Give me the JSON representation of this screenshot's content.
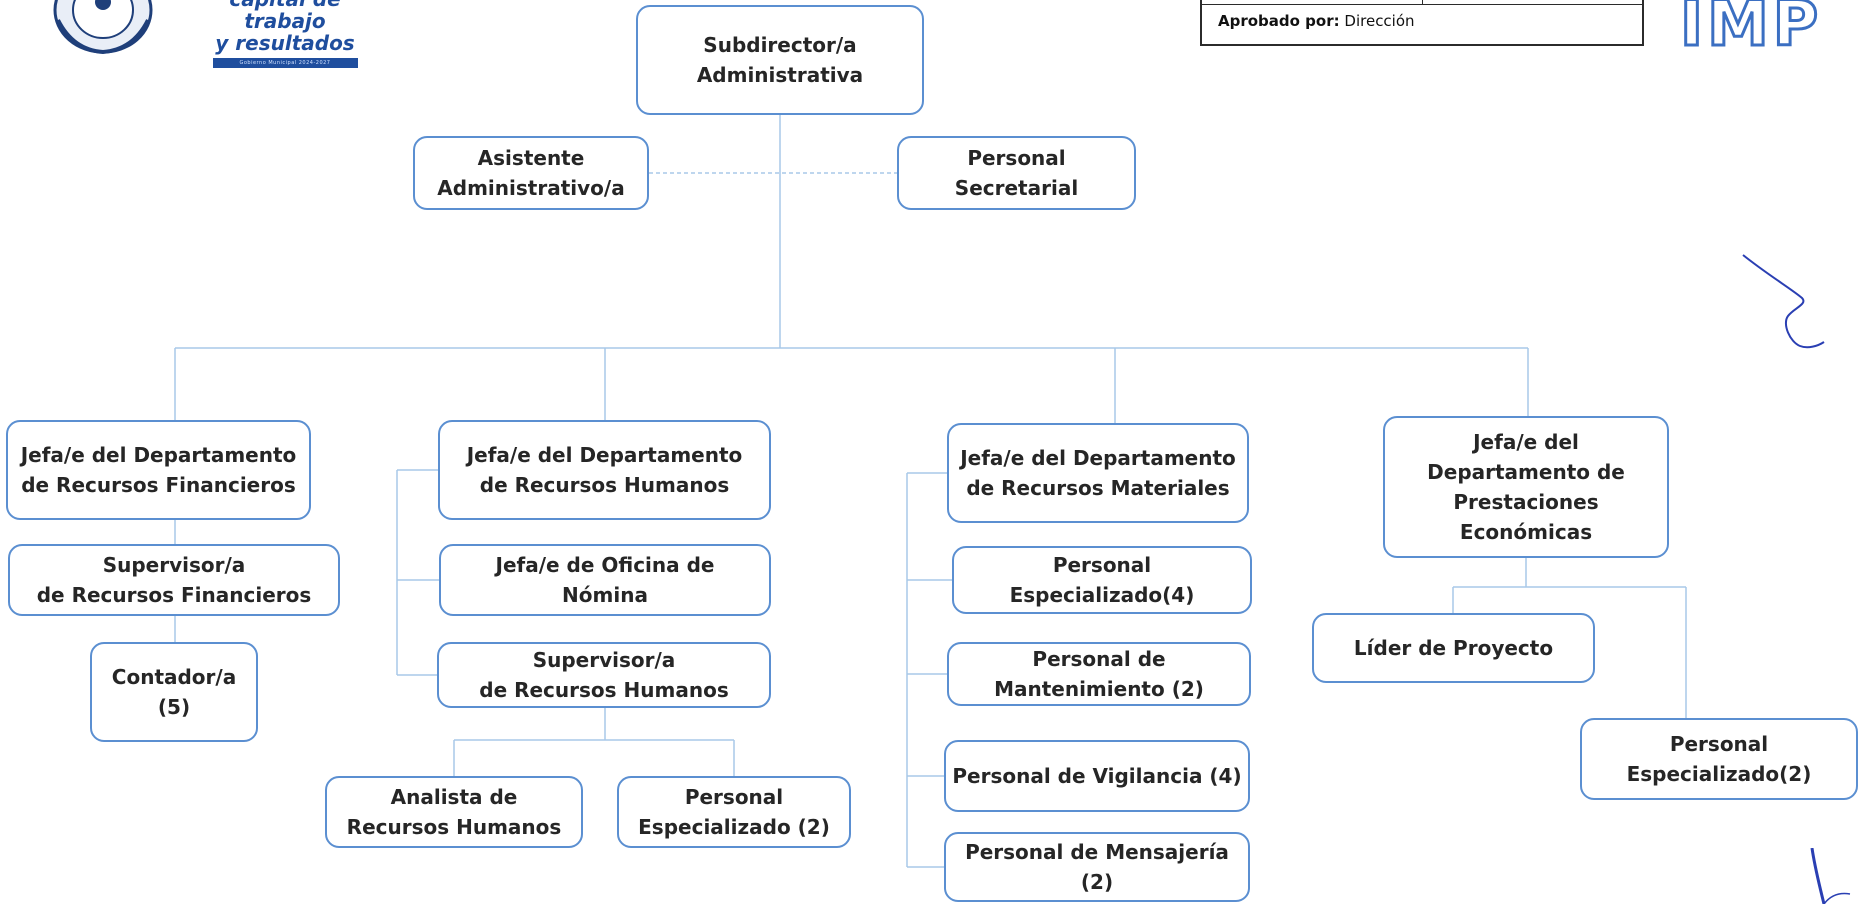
{
  "header": {
    "slogan_line1": "capital de trabajo",
    "slogan_line2": "y resultados",
    "slogan_strip": "Gobierno Municipal 2024-2027",
    "approval_label": "Aprobado por:",
    "approval_value": "Dirección",
    "brand": "IMP"
  },
  "org_chart": {
    "root": "Subdirector/a\nAdministrativa",
    "assistants": {
      "left": "Asistente\nAdministrativo/a",
      "right": "Personal\nSecretarial"
    },
    "departments": [
      {
        "head": "Jefa/e del Departamento\nde Recursos Financieros",
        "units": [
          "Supervisor/a\nde Recursos Financieros",
          "Contador/a\n(5)"
        ]
      },
      {
        "head": "Jefa/e del Departamento\nde Recursos Humanos",
        "units": [
          "Jefa/e de Oficina de\nNómina",
          "Supervisor/a\nde Recursos Humanos",
          "Analista de\nRecursos Humanos",
          "Personal\nEspecializado (2)"
        ]
      },
      {
        "head": "Jefa/e del Departamento\nde Recursos Materiales",
        "units": [
          "Personal Especializado(4)",
          "Personal de\nMantenimiento (2)",
          "Personal de Vigilancia (4)",
          "Personal de Mensajería (2)"
        ]
      },
      {
        "head": "Jefa/e del\nDepartamento de\nPrestaciones\nEconómicas",
        "units": [
          "Líder de Proyecto",
          "Personal\nEspecializado(2)"
        ]
      }
    ]
  },
  "colors": {
    "node_border": "#5b8fd1",
    "connector": "#a8c9e8",
    "text": "#262626",
    "brand_blue": "#1f4e9e"
  }
}
